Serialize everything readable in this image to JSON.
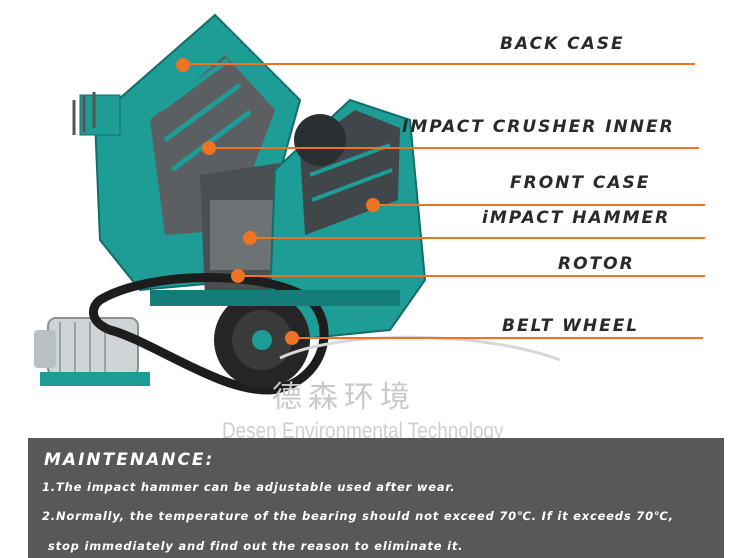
{
  "labels": {
    "back_case": "BACK CASE",
    "impact_crusher_inner": "IMPACT CRUSHER INNER",
    "front_case": "FRONT CASE",
    "impact_hammer": "iMPACT HAMMER",
    "rotor": "ROTOR",
    "belt_wheel": "BELT WHEEL"
  },
  "watermark": {
    "chinese": "德森环境",
    "english": "Desen Environmental Technology"
  },
  "maintenance": {
    "title": "MAINTENANCE:",
    "line1": "1.The impact hammer can be adjustable used after wear.",
    "line2": "2.Normally, the temperature of the bearing should not exceed 70℃. If it exceeds 70℃,",
    "line3": "stop immediately and find out the  reason to eliminate it."
  },
  "colors": {
    "accent": "#ee7322",
    "machine": "#1e9c96",
    "panel": "#585858"
  }
}
